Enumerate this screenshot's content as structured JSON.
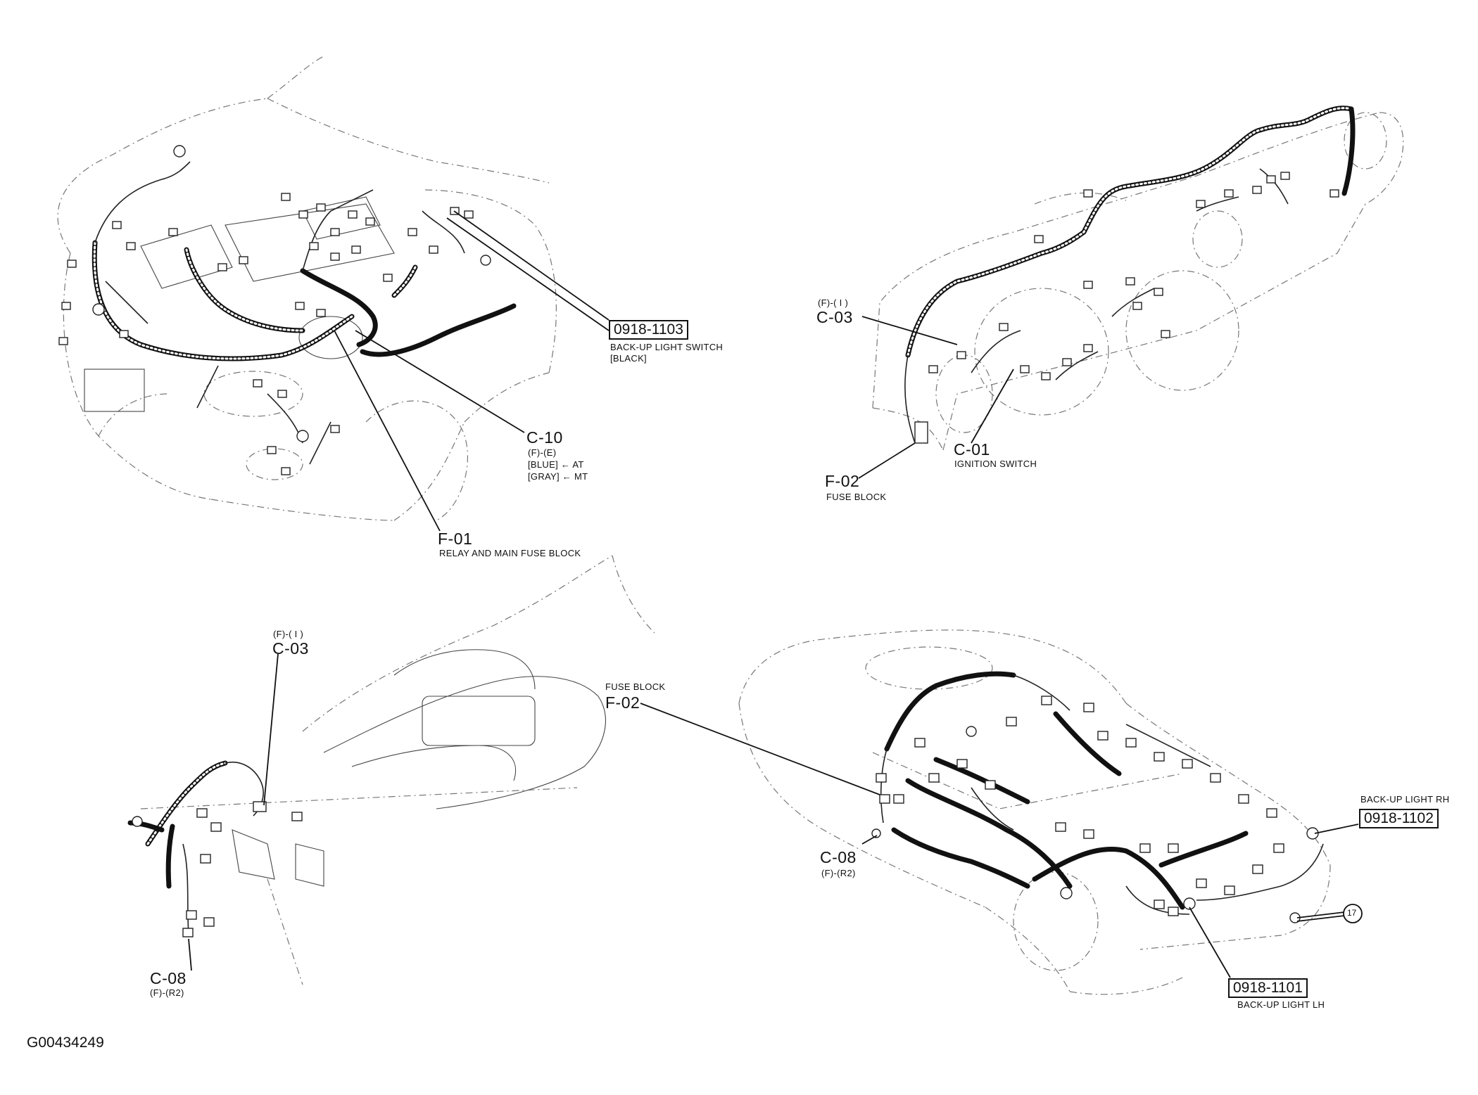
{
  "labels": {
    "f01_code": "F-01",
    "f01_desc": "RELAY AND MAIN FUSE BLOCK",
    "c10_code": "C-10",
    "c10_sub": "(F)-(E)",
    "c10_blue": "[BLUE] ← AT",
    "c10_gray": "[GRAY] ← MT",
    "part_1103": "0918-1103",
    "part_1103_desc": "BACK-UP LIGHT SWITCH",
    "part_1103_color": "[BLACK]",
    "c03_top_sub": "(F)-( I )",
    "c03_top_code": "C-03",
    "f02_top_code": "F-02",
    "f02_top_desc": "FUSE BLOCK",
    "c01_code": "C-01",
    "c01_desc": "IGNITION SWITCH",
    "c03_bl_sub": "(F)-( I )",
    "c03_bl_code": "C-03",
    "c08_bl_code": "C-08",
    "c08_bl_sub": "(F)-(R2)",
    "f02_br_desc": "FUSE BLOCK",
    "f02_br_code": "F-02",
    "c08_br_code": "C-08",
    "c08_br_sub": "(F)-(R2)",
    "part_1102_desc": "BACK-UP LIGHT RH",
    "part_1102": "0918-1102",
    "part_1101": "0918-1101",
    "part_1101_desc": "BACK-UP LIGHT LH",
    "ground_ref": "17",
    "figure_id": "G00434249"
  },
  "icons": {
    "ground": "circled-number-icon"
  }
}
